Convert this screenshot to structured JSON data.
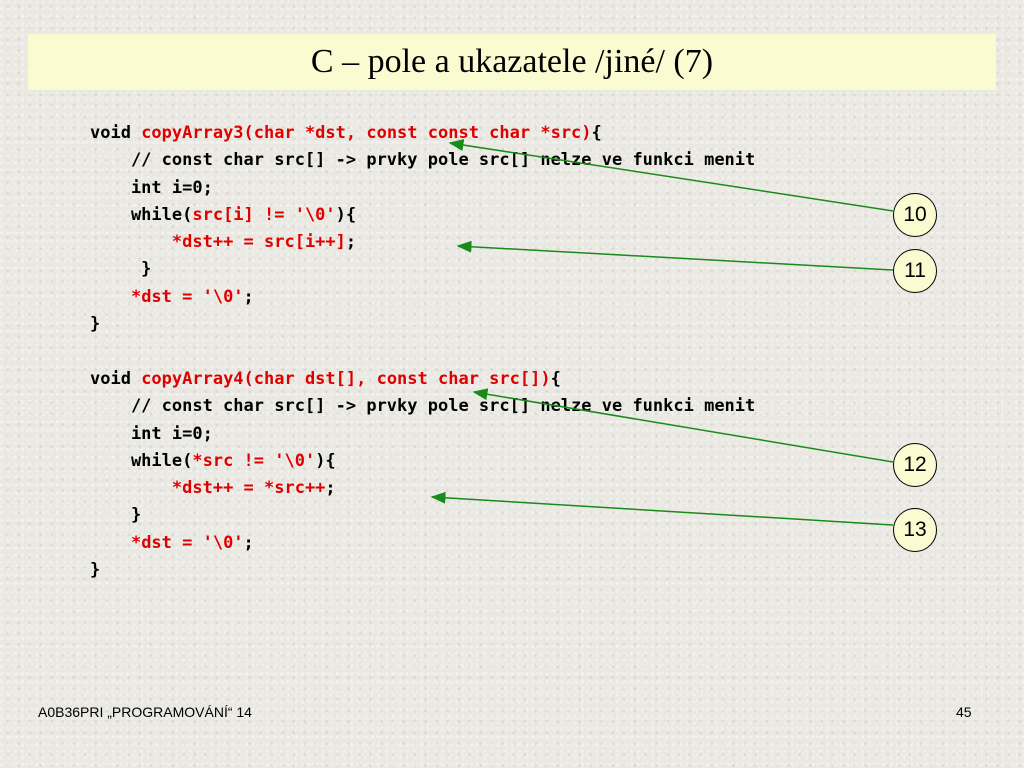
{
  "slide": {
    "title": "C – pole a ukazatele /jiné/ (7)",
    "footer_left": "A0B36PRI  „PROGRAMOVÁNÍ“  14",
    "page_number": "45"
  },
  "code_block_1": [
    [
      {
        "t": "void ",
        "c": "black"
      },
      {
        "t": "copyArray3(char *dst, const const char *src)",
        "c": "red"
      },
      {
        "t": "{",
        "c": "black"
      }
    ],
    [
      {
        "t": "    // const char src[] -> prvky pole src[] nelze ve funkci menit",
        "c": "black"
      }
    ],
    [
      {
        "t": "    int i=0;",
        "c": "black"
      }
    ],
    [
      {
        "t": "    while(",
        "c": "black"
      },
      {
        "t": "src[i] != '\\0'",
        "c": "red"
      },
      {
        "t": "){",
        "c": "black"
      }
    ],
    [
      {
        "t": "        ",
        "c": "black"
      },
      {
        "t": "*dst++ = src[i++]",
        "c": "red"
      },
      {
        "t": ";",
        "c": "black"
      }
    ],
    [
      {
        "t": "     }",
        "c": "black"
      }
    ],
    [
      {
        "t": "    ",
        "c": "black"
      },
      {
        "t": "*dst = '\\0'",
        "c": "red"
      },
      {
        "t": ";",
        "c": "black"
      }
    ],
    [
      {
        "t": "}",
        "c": "black"
      }
    ]
  ],
  "code_block_2": [
    [
      {
        "t": "void ",
        "c": "black"
      },
      {
        "t": "copyArray4(char dst[], const char src[])",
        "c": "red"
      },
      {
        "t": "{",
        "c": "black"
      }
    ],
    [
      {
        "t": "    // const char src[] -> prvky pole src[] nelze ve funkci menit",
        "c": "black"
      }
    ],
    [
      {
        "t": "    int i=0;",
        "c": "black"
      }
    ],
    [
      {
        "t": "    while(",
        "c": "black"
      },
      {
        "t": "*src != '\\0'",
        "c": "red"
      },
      {
        "t": "){",
        "c": "black"
      }
    ],
    [
      {
        "t": "        ",
        "c": "black"
      },
      {
        "t": "*dst++ = *src++",
        "c": "red"
      },
      {
        "t": ";",
        "c": "black"
      }
    ],
    [
      {
        "t": "    }",
        "c": "black"
      }
    ],
    [
      {
        "t": "    ",
        "c": "black"
      },
      {
        "t": "*dst = '\\0'",
        "c": "red"
      },
      {
        "t": ";",
        "c": "black"
      }
    ],
    [
      {
        "t": "}",
        "c": "black"
      }
    ]
  ],
  "callouts": [
    "10",
    "11",
    "12",
    "13"
  ],
  "colors": {
    "title_bg": "#fbfbd2",
    "code_highlight": "#e00000",
    "arrow": "#1a8a1a"
  }
}
